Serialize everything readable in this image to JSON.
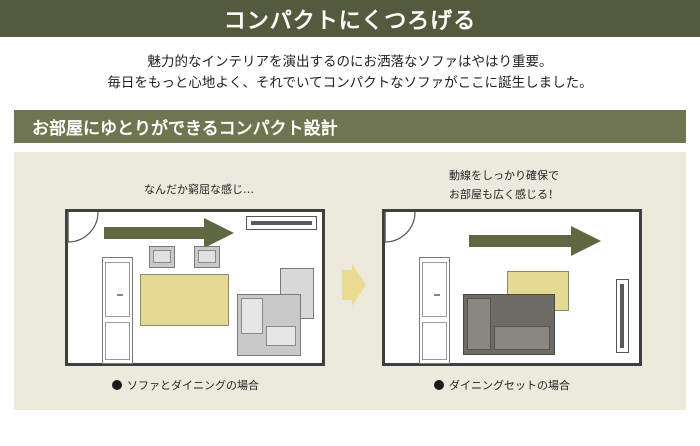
{
  "banner": {
    "title": "コンパクトにくつろげる"
  },
  "intro": {
    "line1": "魅力的なインテリアを演出するのにお洒落なソファはやはり重要。",
    "line2": "毎日をもっと心地よく、それでいてコンパクトなソファがここに誕生しました。"
  },
  "section": {
    "title": "お部屋にゆとりができるコンパクト設計"
  },
  "left": {
    "note": "なんだか窮屈な感じ…",
    "caption": "ソファとダイニングの場合"
  },
  "right": {
    "note_line1": "動線をしっかり確保で",
    "note_line2": "お部屋も広く感じる！",
    "caption": "ダイニングセットの場合"
  },
  "colors": {
    "banner_bg": "#545a3d",
    "section_bg": "#6f7551",
    "panel_bg": "#eceadc",
    "arrow": "#5f6840",
    "center_arrow": "#e9dc92",
    "table": "#e6d994"
  }
}
